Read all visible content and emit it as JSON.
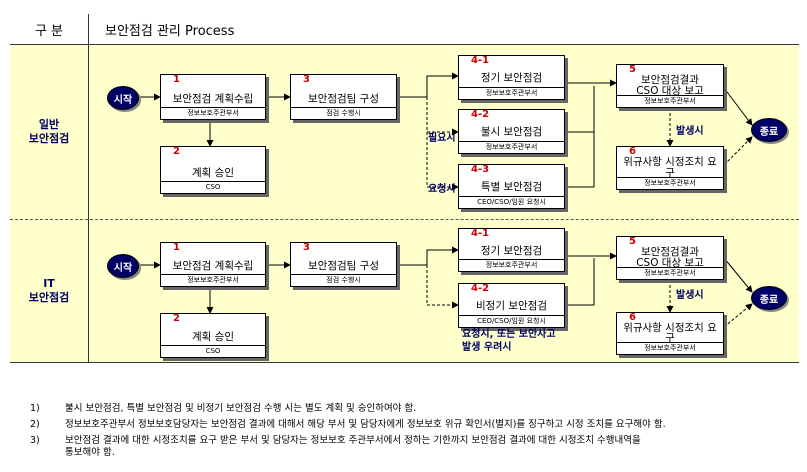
{
  "header": {
    "col1": "구 분",
    "col2": "보안점검 관리 Process"
  },
  "lanes": [
    {
      "label_line1": "일반",
      "label_line2": "보안점검",
      "start": "시작",
      "end": "종료",
      "boxes": {
        "b1": {
          "num": "1",
          "title": "보안점검 계획수립",
          "sub": "정보보호주관부서"
        },
        "b2": {
          "num": "2",
          "title": "계획 승인",
          "sub": "CSO"
        },
        "b3": {
          "num": "3",
          "title": "보안점검팀 구성",
          "sub": "점검 수행시"
        },
        "b41": {
          "num": "4-1",
          "title": "정기 보안점검",
          "sub": "정보보호주관부서"
        },
        "b42": {
          "num": "4-2",
          "title": "불시 보안점검",
          "sub": "정보보호주관부서"
        },
        "b43": {
          "num": "4-3",
          "title": "특별 보안점검",
          "sub": "CEO/CSO/임원 요청시"
        },
        "b5": {
          "num": "5",
          "title1": "보안점검결과",
          "title2": "CSO 대상 보고",
          "sub": "정보보호주관부서"
        },
        "b6": {
          "num": "6",
          "title1": "위규사항 시정조치 요",
          "title2": "구",
          "sub": "정보보호주관부서"
        }
      },
      "cond_needed": "필요시",
      "cond_request": "요청시",
      "cond_occur": "발생시"
    },
    {
      "label_line1": "IT",
      "label_line2": "보안점검",
      "start": "시작",
      "end": "종료",
      "boxes": {
        "b1": {
          "num": "1",
          "title": "보안점검 계획수립",
          "sub": "정보보호주관부서"
        },
        "b2": {
          "num": "2",
          "title": "계획 승인",
          "sub": "CSO"
        },
        "b3": {
          "num": "3",
          "title": "보안점검팀 구성",
          "sub": "점검 수행시"
        },
        "b41": {
          "num": "4-1",
          "title": "정기 보안점검",
          "sub": "정보보호주관부서"
        },
        "b42": {
          "num": "4-2",
          "title": "비정기 보안점검",
          "sub": "CEO/CSO/임원 요청시"
        },
        "b5": {
          "num": "5",
          "title1": "보안점검결과",
          "title2": "CSO 대상 보고",
          "sub": "정보보호주관부서"
        },
        "b6": {
          "num": "6",
          "title1": "위규사항 시정조치 요",
          "title2": "구",
          "sub": "정보보호주관부서"
        }
      },
      "cond_request1": "요청시, 또는 보안사고",
      "cond_request2": "발생 우려시",
      "cond_occur": "발생시"
    }
  ],
  "notes": [
    {
      "num": "1)",
      "text": "불시 보안점검, 특별 보안점검 및 비정기 보안점검 수행 시는 별도 계획 및 승인하여야 함."
    },
    {
      "num": "2)",
      "text": "정보보호주관부서 정보보호담당자는 보안점검 결과에 대해서 해당 부서 및 담당자에게 정보보호 위규 확인서(별지)를 징구하고 시정 조치를 요구해야 함."
    },
    {
      "num": "3)",
      "text1": "보안점검 결과에 대한 시정조치를 요구 받은 부서 및 담당자는 정보보호 주관부서에서 정하는 기한까지 보안점검 결과에 대한 시정조치 수행내역을",
      "text2": "통보해야 함."
    }
  ]
}
